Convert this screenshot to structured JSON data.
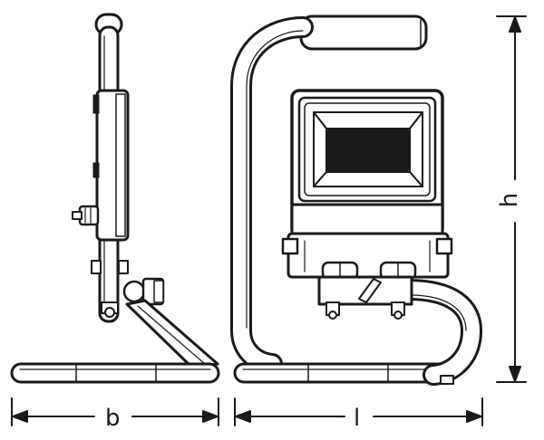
{
  "dimensions": {
    "width_label": "b",
    "length_label": "l",
    "height_label": "h"
  }
}
